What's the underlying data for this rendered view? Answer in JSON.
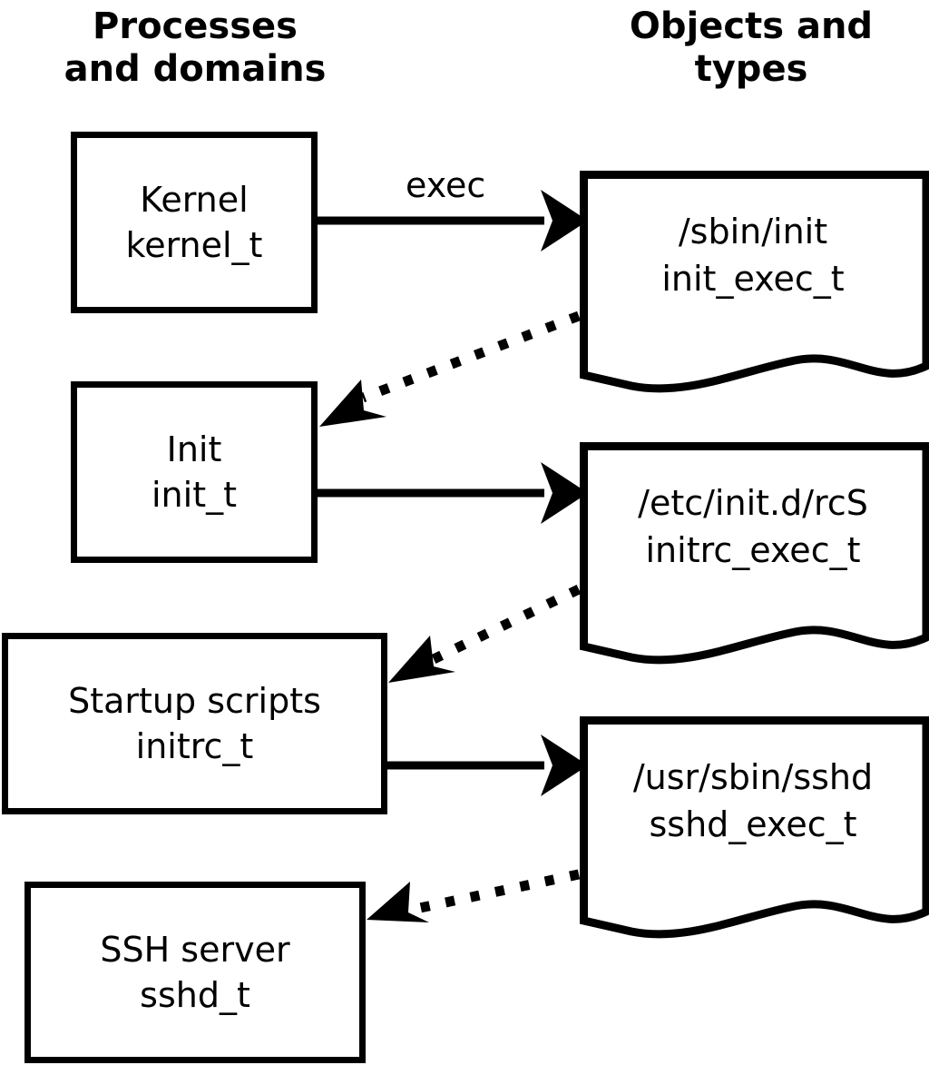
{
  "diagram": {
    "title_left": "Processes\nand domains",
    "title_right": "Objects and\ntypes",
    "background": "#ffffff",
    "stroke": "#000000"
  },
  "process_nodes": [
    {
      "id": "kernel",
      "line1": "Kernel",
      "line2": "kernel_t"
    },
    {
      "id": "init",
      "line1": "Init",
      "line2": "init_t"
    },
    {
      "id": "initrc",
      "line1": "Startup scripts",
      "line2": "initrc_t"
    },
    {
      "id": "sshd",
      "line1": "SSH server",
      "line2": "sshd_t"
    }
  ],
  "object_nodes": [
    {
      "id": "init_exec",
      "line1": "/sbin/init",
      "line2": "init_exec_t"
    },
    {
      "id": "initrc_exec",
      "line1": "/etc/init.d/rcS",
      "line2": "initrc_exec_t"
    },
    {
      "id": "sshd_exec",
      "line1": "/usr/sbin/sshd",
      "line2": "sshd_exec_t"
    }
  ],
  "edges": [
    {
      "id": "kernel-exec-init_exec",
      "label": "exec",
      "style": "solid",
      "from": "kernel",
      "to": "init_exec"
    },
    {
      "id": "init_exec-transition-init",
      "label": "",
      "style": "dotted",
      "from": "init_exec",
      "to": "init"
    },
    {
      "id": "init-exec-initrc_exec",
      "label": "",
      "style": "solid",
      "from": "init",
      "to": "initrc_exec"
    },
    {
      "id": "initrc_exec-transition-initrc",
      "label": "",
      "style": "dotted",
      "from": "initrc_exec",
      "to": "initrc"
    },
    {
      "id": "initrc-exec-sshd_exec",
      "label": "",
      "style": "solid",
      "from": "initrc",
      "to": "sshd_exec"
    },
    {
      "id": "sshd_exec-transition-sshd",
      "label": "",
      "style": "dotted",
      "from": "sshd_exec",
      "to": "sshd"
    }
  ]
}
